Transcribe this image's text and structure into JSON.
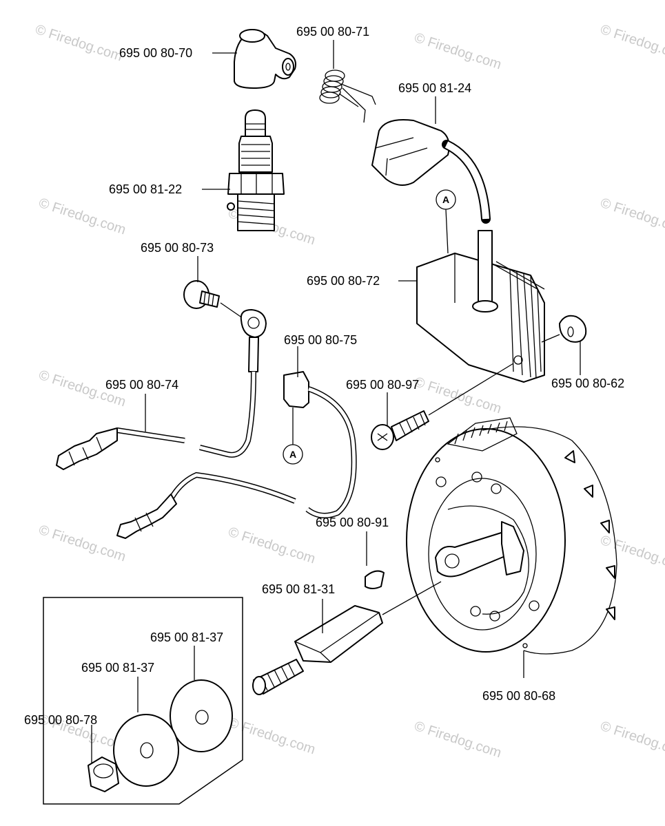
{
  "watermark": "© Firedog.com",
  "callout_letter": "A",
  "labels": {
    "p80_70": "695 00 80-70",
    "p80_71": "695 00 80-71",
    "p81_24": "695 00 81-24",
    "p81_22": "695 00 81-22",
    "p80_73": "695 00 80-73",
    "p80_72": "695 00 80-72",
    "p80_75": "695 00 80-75",
    "p80_74": "695 00 80-74",
    "p80_97": "695 00 80-97",
    "p80_62": "695 00 80-62",
    "p80_91": "695 00 80-91",
    "p81_31": "695 00 81-31",
    "p81_37a": "695 00 81-37",
    "p81_37b": "695 00 81-37",
    "p80_78": "695 00 80-78",
    "p80_68": "695 00 80-68"
  }
}
